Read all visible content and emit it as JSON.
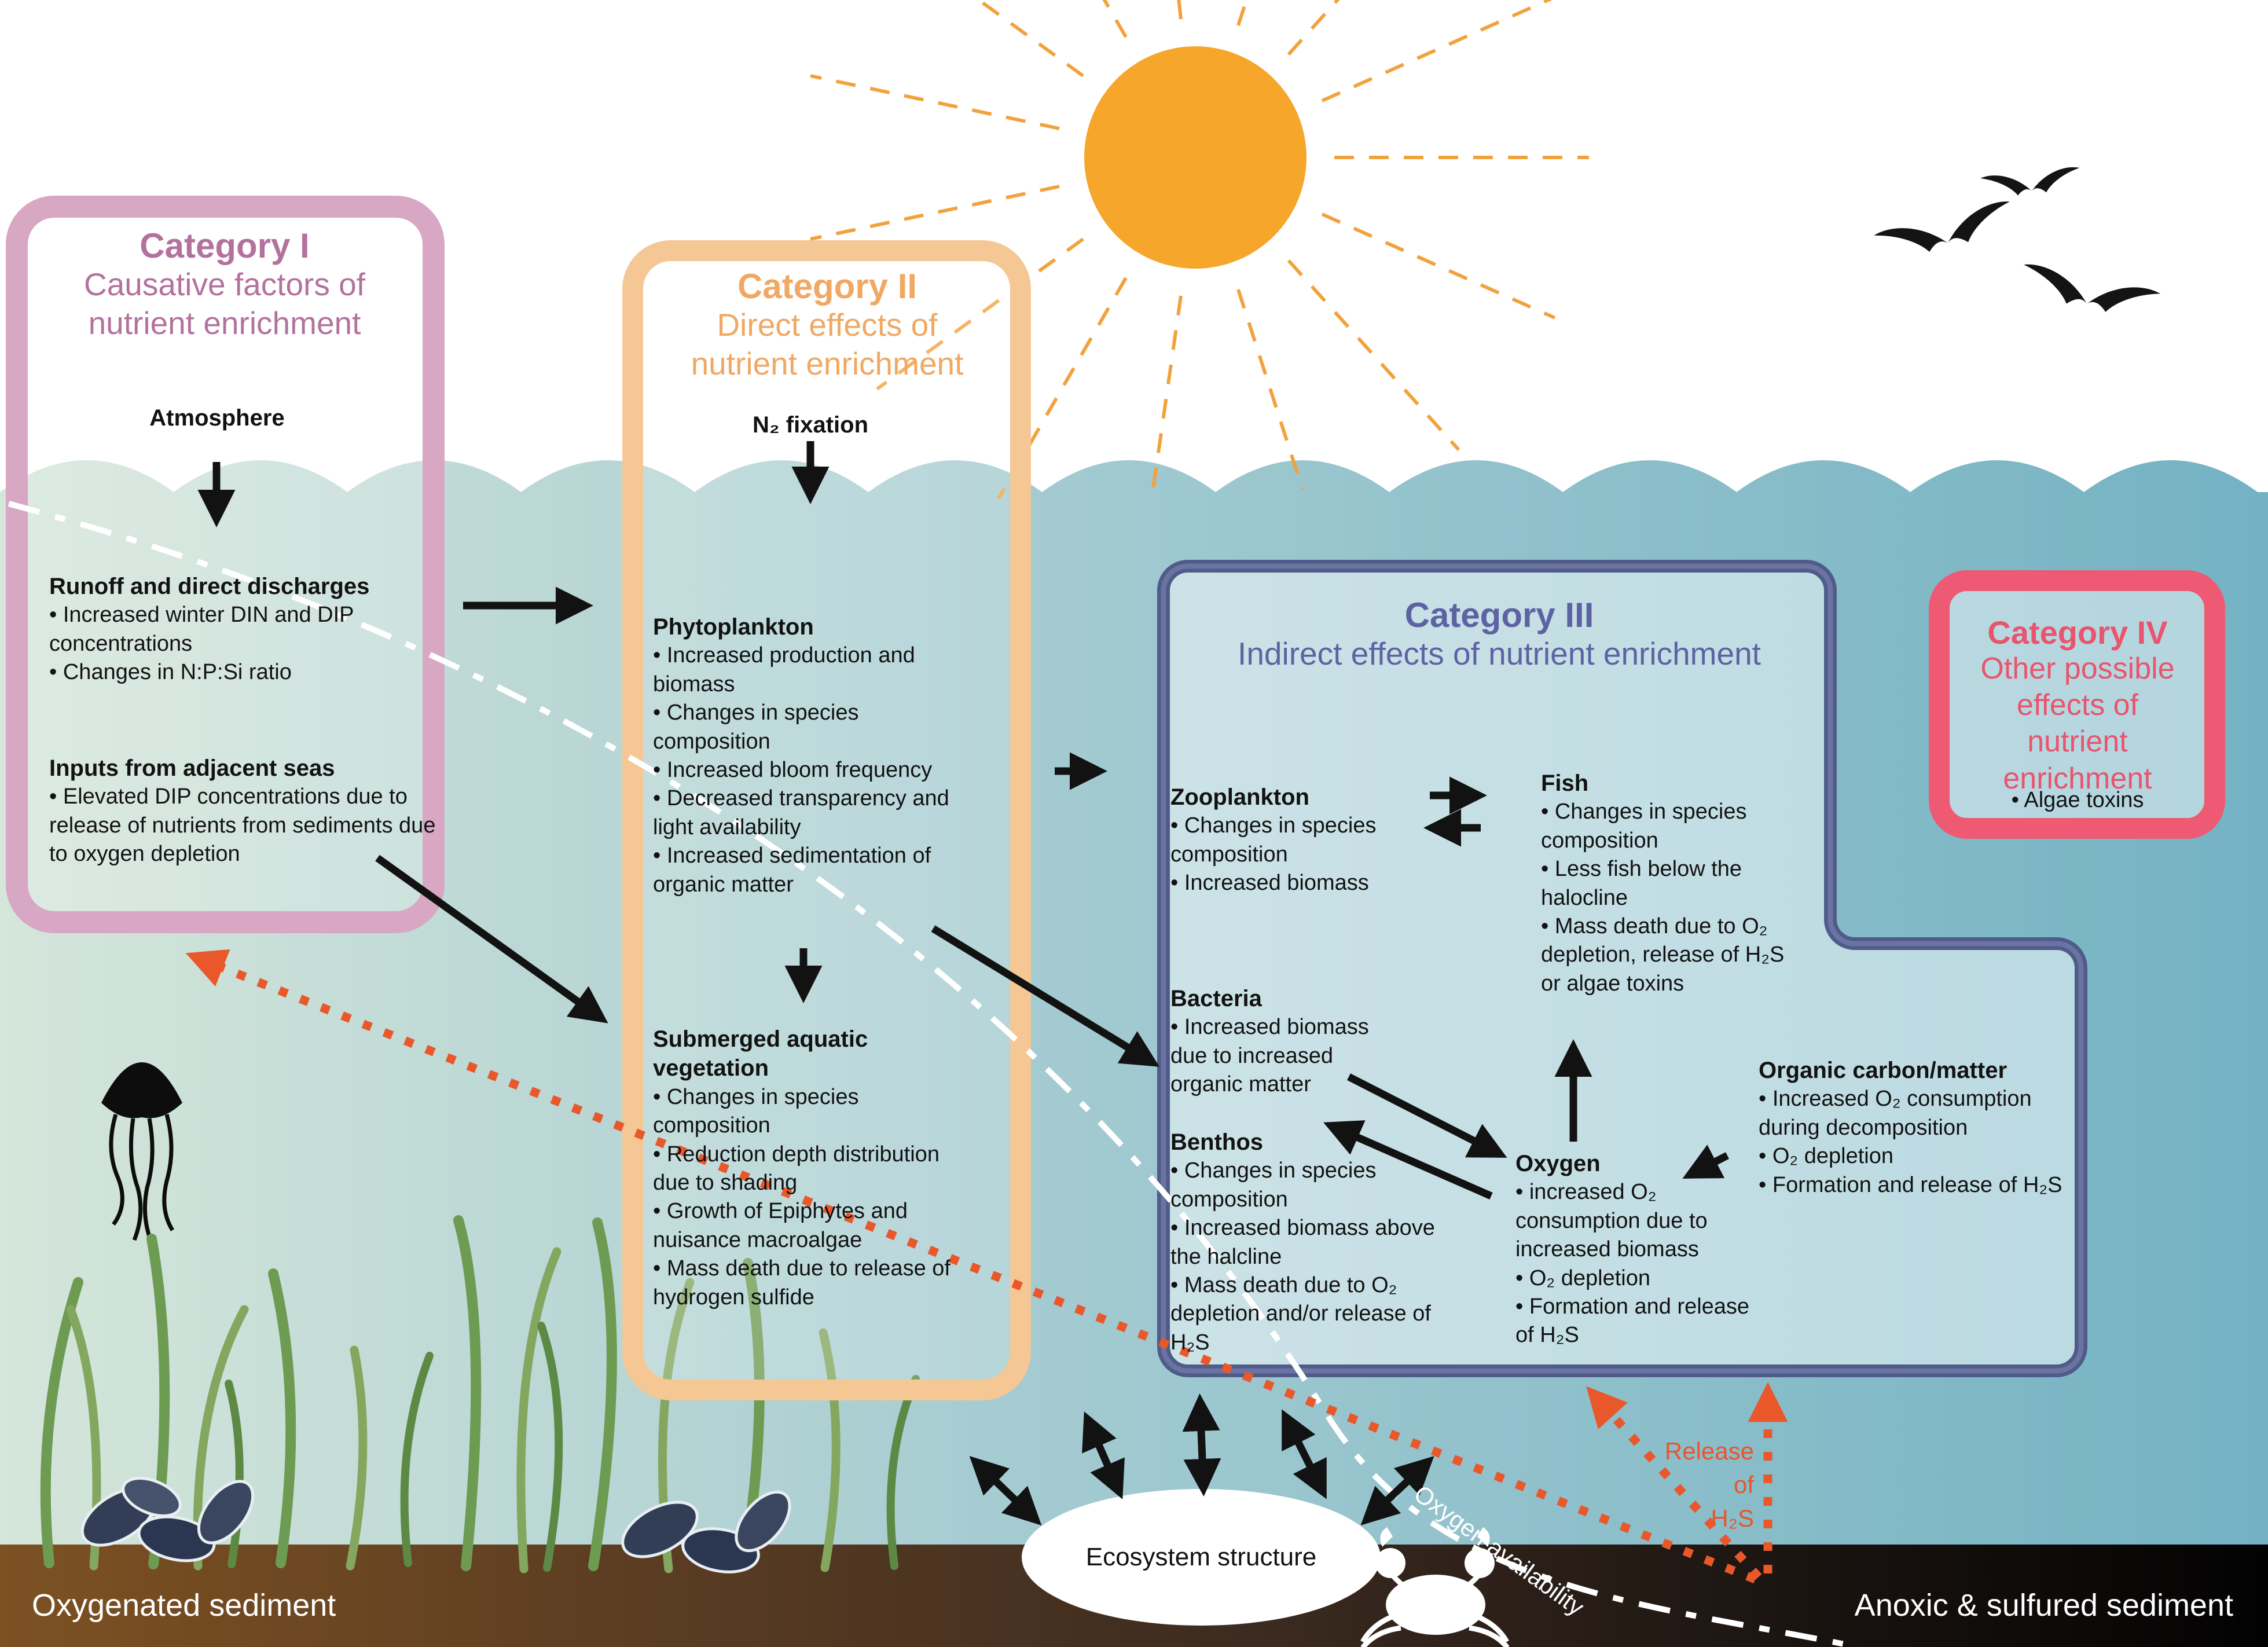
{
  "cat1": {
    "title": "Category I",
    "subtitle": "Causative factors of nutrient enrichment",
    "atmosphere_label": "Atmosphere",
    "sections": [
      {
        "title": "Runoff and direct discharges",
        "items": [
          "• Increased winter DIN and DIP concentrations",
          "• Changes in N:P:Si ratio"
        ]
      },
      {
        "title": "Inputs from adjacent seas",
        "items": [
          "• Elevated DIP concentrations due to release of nutrients from sediments due to oxygen depletion"
        ]
      }
    ]
  },
  "cat2": {
    "title": "Category II",
    "subtitle": "Direct effects of nutrient enrichment",
    "n2_fixation_label": "N₂ fixation",
    "phytoplankton": {
      "title": "Phytoplankton",
      "items": [
        "• Increased production and biomass",
        "• Changes in species composition",
        "• Increased bloom frequency",
        "• Decreased transparency and light availability",
        "• Increased sedimentation of organic matter"
      ]
    },
    "sav": {
      "title": "Submerged aquatic vegetation",
      "items": [
        "• Changes in species composition",
        "• Reduction depth distribution due to shading",
        "• Growth of Epiphytes and nuisance macroalgae",
        "• Mass death due to release of hydrogen sulfide"
      ]
    }
  },
  "cat3": {
    "title": "Category III",
    "subtitle": "Indirect effects of nutrient enrichment",
    "zooplankton": {
      "title": "Zooplankton",
      "items": [
        "• Changes in species composition",
        "• Increased biomass"
      ]
    },
    "bacteria": {
      "title": "Bacteria",
      "items": [
        "• Increased biomass due to increased organic matter"
      ]
    },
    "benthos": {
      "title": "Benthos",
      "items": [
        "• Changes in species composition",
        "• Increased biomass above the halcline",
        "• Mass death due to O₂ depletion and/or release of H₂S"
      ]
    },
    "fish": {
      "title": "Fish",
      "items": [
        "• Changes in species composition",
        "• Less fish below the halocline",
        "• Mass death due to O₂ depletion, release of H₂S or algae toxins"
      ]
    },
    "oxygen": {
      "title": "Oxygen",
      "items": [
        "• increased O₂ consumption due to increased biomass",
        "• O₂ depletion",
        "• Formation and release of H₂S"
      ]
    },
    "organic": {
      "title": "Organic carbon/matter",
      "items": [
        "• Increased O₂ consumption during decomposition",
        "• O₂ depletion",
        "• Formation and release of H₂S"
      ]
    }
  },
  "cat4": {
    "title": "Category IV",
    "subtitle": "Other possible effects of nutrient enrichment",
    "items": [
      "• Algae toxins"
    ]
  },
  "labels": {
    "ecosystem_structure": "Ecosystem structure",
    "oxygenated_sediment": "Oxygenated sediment",
    "anoxic_sediment": "Anoxic & sulfured sediment",
    "release_h2s": [
      "Release",
      "of",
      "H₂S"
    ],
    "oxygen_availability": "Oxygen availability"
  },
  "colors": {
    "cat1_border": "#d7a7c3",
    "cat1_title": "#b3729e",
    "cat2_border": "#f5c795",
    "cat2_title": "#f0a863",
    "cat3_border": "#4f5b88",
    "cat3_title": "#5d62a3",
    "cat4_border": "#ee5a73",
    "cat4_title": "#e9546e",
    "sun": "#f5a62b",
    "orange_arrows": "#e8582b",
    "water_left": "#d5e6da",
    "water_right": "#74b2c3",
    "sediment_left": "#7d5122",
    "sediment_right": "#030202"
  }
}
